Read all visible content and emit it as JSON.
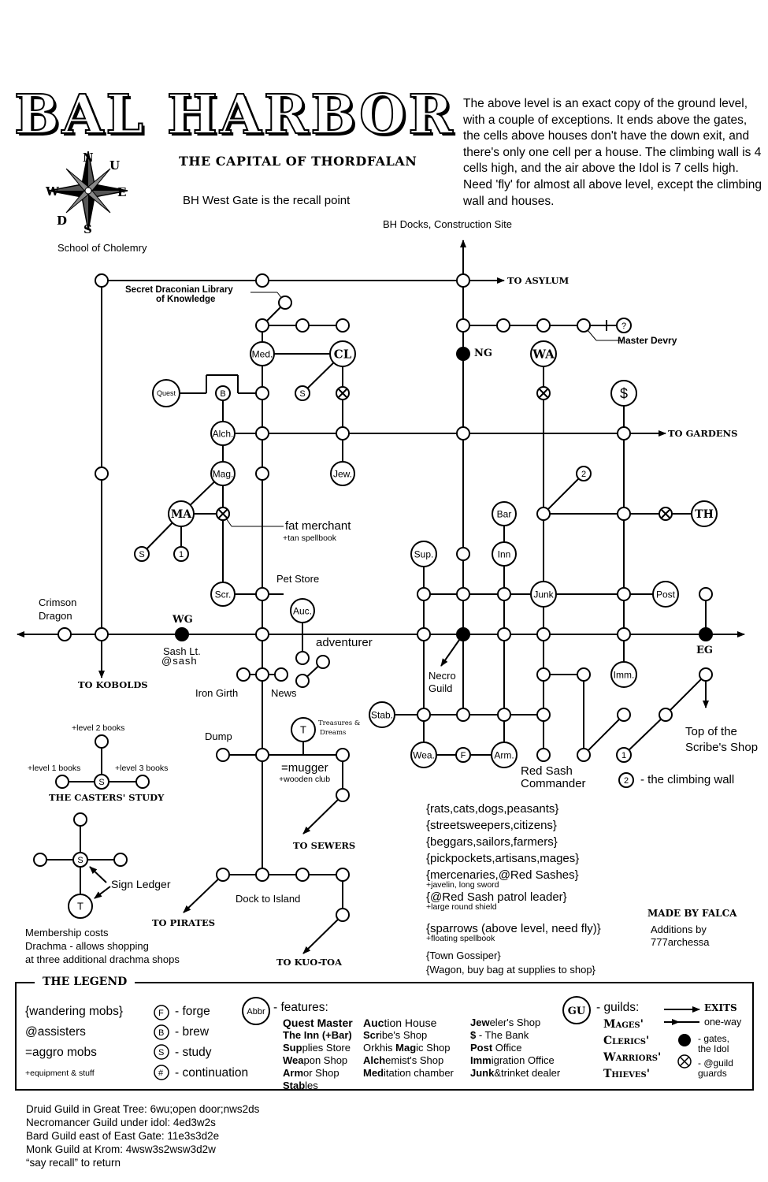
{
  "header": {
    "title": "BAL HARBOR",
    "subtitle": "THE CAPITAL OF THORDFALAN",
    "recall": "BH West Gate is the recall point",
    "note": "The above level is an exact copy of the ground level, with a couple of exceptions. It ends above the gates, the cells above houses don't have the down exit, and there's only one cell per a house. The climbing wall is 4 cells high, and the air above the Idol is 7 cells high. Need 'fly' for almost all above level, except the climbing wall and houses."
  },
  "compass": {
    "n": "N",
    "u": "U",
    "w": "W",
    "e": "E",
    "d": "D",
    "s": "S"
  },
  "labels": {
    "docks": "BH Docks, Construction Site",
    "cholemry": "School of Cholemry",
    "library1": "Secret Draconian Library",
    "library2": "of Knowledge",
    "asylum": "TO ASYLUM",
    "devry": "Master Devry",
    "ng": "NG",
    "gardens": "TO GARDENS",
    "fat_merchant": "fat merchant",
    "tan_spellbook": "+tan spellbook",
    "pet_store": "Pet Store",
    "crimson1": "Crimson",
    "crimson2": "Dragon",
    "wg": "WG",
    "sash1": "Sash Lt.",
    "sash2": "@sash",
    "adventurer": "adventurer",
    "kobolds": "TO KOBOLDS",
    "iron_girth": "Iron Girth",
    "news": "News",
    "necro1": "Necro",
    "necro2": "Guild",
    "eg": "EG",
    "scribe1": "Top of the",
    "scribe2": "Scribe's Shop",
    "treasures1": "Treasures &",
    "treasures2": "Dreams",
    "dump": "Dump",
    "mugger": "=mugger",
    "wooden_club": "+wooden club",
    "red_sash1": "Red Sash",
    "red_sash2": "Commander",
    "climbing": "- the climbing wall",
    "level2": "+level 2 books",
    "level1": "+level 1 books",
    "level3": "+level 3 books",
    "casters": "THE CASTERS' STUDY",
    "sewers": "TO SEWERS",
    "sign_ledger": "Sign Ledger",
    "dock_island": "Dock to Island",
    "pirates": "TO PIRATES",
    "kuotoa": "TO KUO-TOA",
    "membership1": "Membership costs",
    "membership2": "Drachma - allows shopping",
    "membership3": "at three additional drachma shops"
  },
  "nodes": {
    "med": "Med.",
    "cl": "CL",
    "wa": "WA",
    "dollar": "$",
    "quest": "Quest",
    "b": "B",
    "s": "S",
    "alch": "Alch.",
    "jew": "Jew.",
    "mag": "Mag.",
    "ma": "MA",
    "one": "1",
    "two": "2",
    "q": "?",
    "scr": "Scr.",
    "auc": "Auc.",
    "bar": "Bar",
    "inn": "Inn",
    "sup": "Sup.",
    "junk": "Junk",
    "post": "Post",
    "th": "TH",
    "imm": "Imm.",
    "stab": "Stab.",
    "wea": "Wea.",
    "f": "F",
    "arm": "Arm.",
    "t": "T"
  },
  "mobs": {
    "line1": "{rats,cats,dogs,peasants}",
    "line2": "{streetsweepers,citizens}",
    "line3": "{beggars,sailors,farmers}",
    "line4": "{pickpockets,artisans,mages}",
    "line5": "{mercenaries,@Red Sashes}",
    "line5b": "+javelin, long sword",
    "line6": "{@Red Sash patrol leader}",
    "line6b": "+large round shield",
    "line7": "{sparrows (above level, need fly)}",
    "line7b": "+floating spellbook",
    "line8": "{Town Gossiper}",
    "line9": "{Wagon, buy bag at supplies to shop}"
  },
  "credits": {
    "made_by": "MADE BY FALCA",
    "additions1": "Additions by",
    "additions2": "777archessa"
  },
  "legend": {
    "title": "THE LEGEND",
    "wandering": "{wandering mobs}",
    "assisters": "@assisters",
    "aggro": "=aggro mobs",
    "equipment": "+equipment & stuff",
    "forge": "- forge",
    "brew": "- brew",
    "study": "- study",
    "continuation": "- continuation",
    "abbr": "Abbr",
    "features": "- features:",
    "gu": "GU",
    "guilds": "- guilds:",
    "exits": "EXITS",
    "oneway": "one-way",
    "gates": "- gates,",
    "gates2": "the Idol",
    "guards": "- @guild",
    "guards2": "guards",
    "col1": [
      {
        "b": "",
        "t": "Quest Master"
      },
      {
        "b": "The Inn (+Bar)",
        "t": ""
      },
      {
        "b": "Sup",
        "t": "plies Store"
      },
      {
        "b": "Wea",
        "t": "pon Shop"
      },
      {
        "b": "Arm",
        "t": "or Shop"
      },
      {
        "b": "Stab",
        "t": "les"
      }
    ],
    "col2": [
      {
        "b": "Auc",
        "t": "tion House"
      },
      {
        "b": "Scr",
        "t": "ibe's Shop"
      },
      {
        "b": "",
        "t": "Orkhis "
      },
      {
        "b": "Alch",
        "t": "emist's Shop"
      },
      {
        "b": "Med",
        "t": "itation chamber"
      }
    ],
    "col2_mag": {
      "b": "Mag",
      "t": "ic Shop"
    },
    "col3": [
      {
        "b": "Jew",
        "t": "eler's Shop"
      },
      {
        "b": "$",
        "t": " - The Bank"
      },
      {
        "b": "Post",
        "t": " Office"
      },
      {
        "b": "Imm",
        "t": "igration Office"
      },
      {
        "b": "Junk",
        "t": "&trinket dealer"
      }
    ],
    "guild_names": [
      "Mages'",
      "Clerics'",
      "Warriors'",
      "Thieves'"
    ]
  },
  "footer": {
    "line1": "Druid Guild in Great Tree: 6wu;open door;nws2ds",
    "line2": "Necromancer Guild under idol: 4ed3w2s",
    "line3": "Bard Guild east of East Gate: 11e3s3d2e",
    "line4": "Monk Guild at Krom: 4wsw3s2wsw3d2w",
    "line5": "“say recall” to return"
  }
}
